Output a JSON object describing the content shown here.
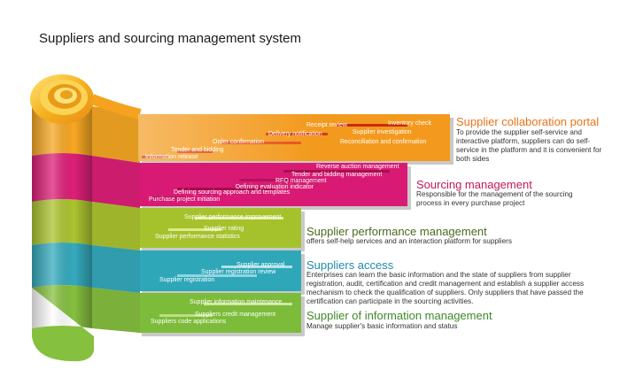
{
  "title": "Suppliers and sourcing management system",
  "colors": {
    "orange": "#F39A1E",
    "magenta": "#D91A74",
    "lime": "#A5C22C",
    "teal": "#2EA7B9",
    "green": "#7DBB3A",
    "title_orange": "#E8741A",
    "title_magenta": "#C2185B",
    "title_lime": "#4B6A1E",
    "title_teal": "#1F8CA8",
    "title_green": "#3E8A2A"
  },
  "sections": [
    {
      "key": "collaboration",
      "title": "Supplier collaboration portal",
      "description": "To provide the supplier self-service and interactive platform, suppliers can do self-service in the platform and it is convenient for both sides",
      "items": [
        "Receipt review",
        "Inventory check",
        "Delivery notification",
        "Supplier investigation",
        "Order confirmation",
        "Reconciliation and confirmation",
        "Tender and bidding",
        "Information release"
      ]
    },
    {
      "key": "sourcing",
      "title": "Sourcing management",
      "description": "Responsible for the management of the sourcing process in every purchase project",
      "items": [
        "Reverse auction management",
        "Tender and bidding management",
        "RFQ management",
        "Defining evaluation indicator",
        "Defining sourcing approach and templates",
        "Purchase project initiation"
      ]
    },
    {
      "key": "performance",
      "title": "Supplier performance management",
      "description": "offers self-help services and an interaction platform for suppliers",
      "items": [
        "Supplier performance improvement",
        "Supplier rating",
        "Supplier performance statistics"
      ]
    },
    {
      "key": "access",
      "title": "Suppliers access",
      "description": "Enterprises can learn the basic information and the state of suppliers from supplier registration, audit, certification and credit management and establish a supplier access mechanism to check the qualification of suppliers. Only suppliers that have passed the certification can participate in the sourcing activities.",
      "items": [
        "Supplier approval",
        "Supplier registration review",
        "Supplier registration"
      ]
    },
    {
      "key": "information",
      "title": "Supplier of information management",
      "description": "Manage supplier's basic information and status",
      "items": [
        "Supplier information maintenance",
        "Suppliers credit management",
        "Suppliers code applications"
      ]
    }
  ]
}
